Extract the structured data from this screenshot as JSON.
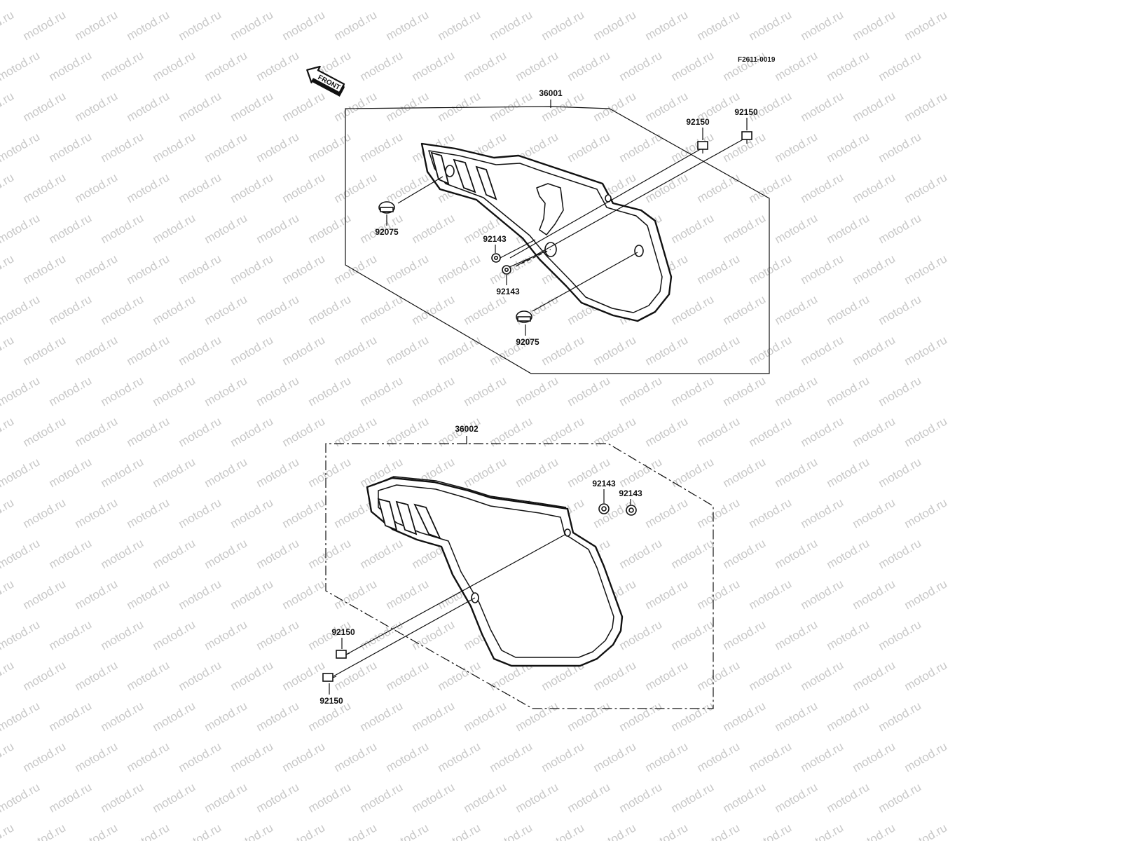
{
  "drawing_code": "F2611-0019",
  "front_arrow_label": "FRONT",
  "watermark_text": "motod.ru",
  "upper_assembly": {
    "part_number": "36001",
    "callouts": {
      "bolt_a": "92150",
      "bolt_b": "92150",
      "grommet_top": "92075",
      "grommet_bottom": "92075",
      "collar_a": "92143",
      "collar_b": "92143"
    }
  },
  "lower_assembly": {
    "part_number": "36002",
    "callouts": {
      "collar_a": "92143",
      "collar_b": "92143",
      "bolt_a": "92150",
      "bolt_b": "92150"
    }
  }
}
